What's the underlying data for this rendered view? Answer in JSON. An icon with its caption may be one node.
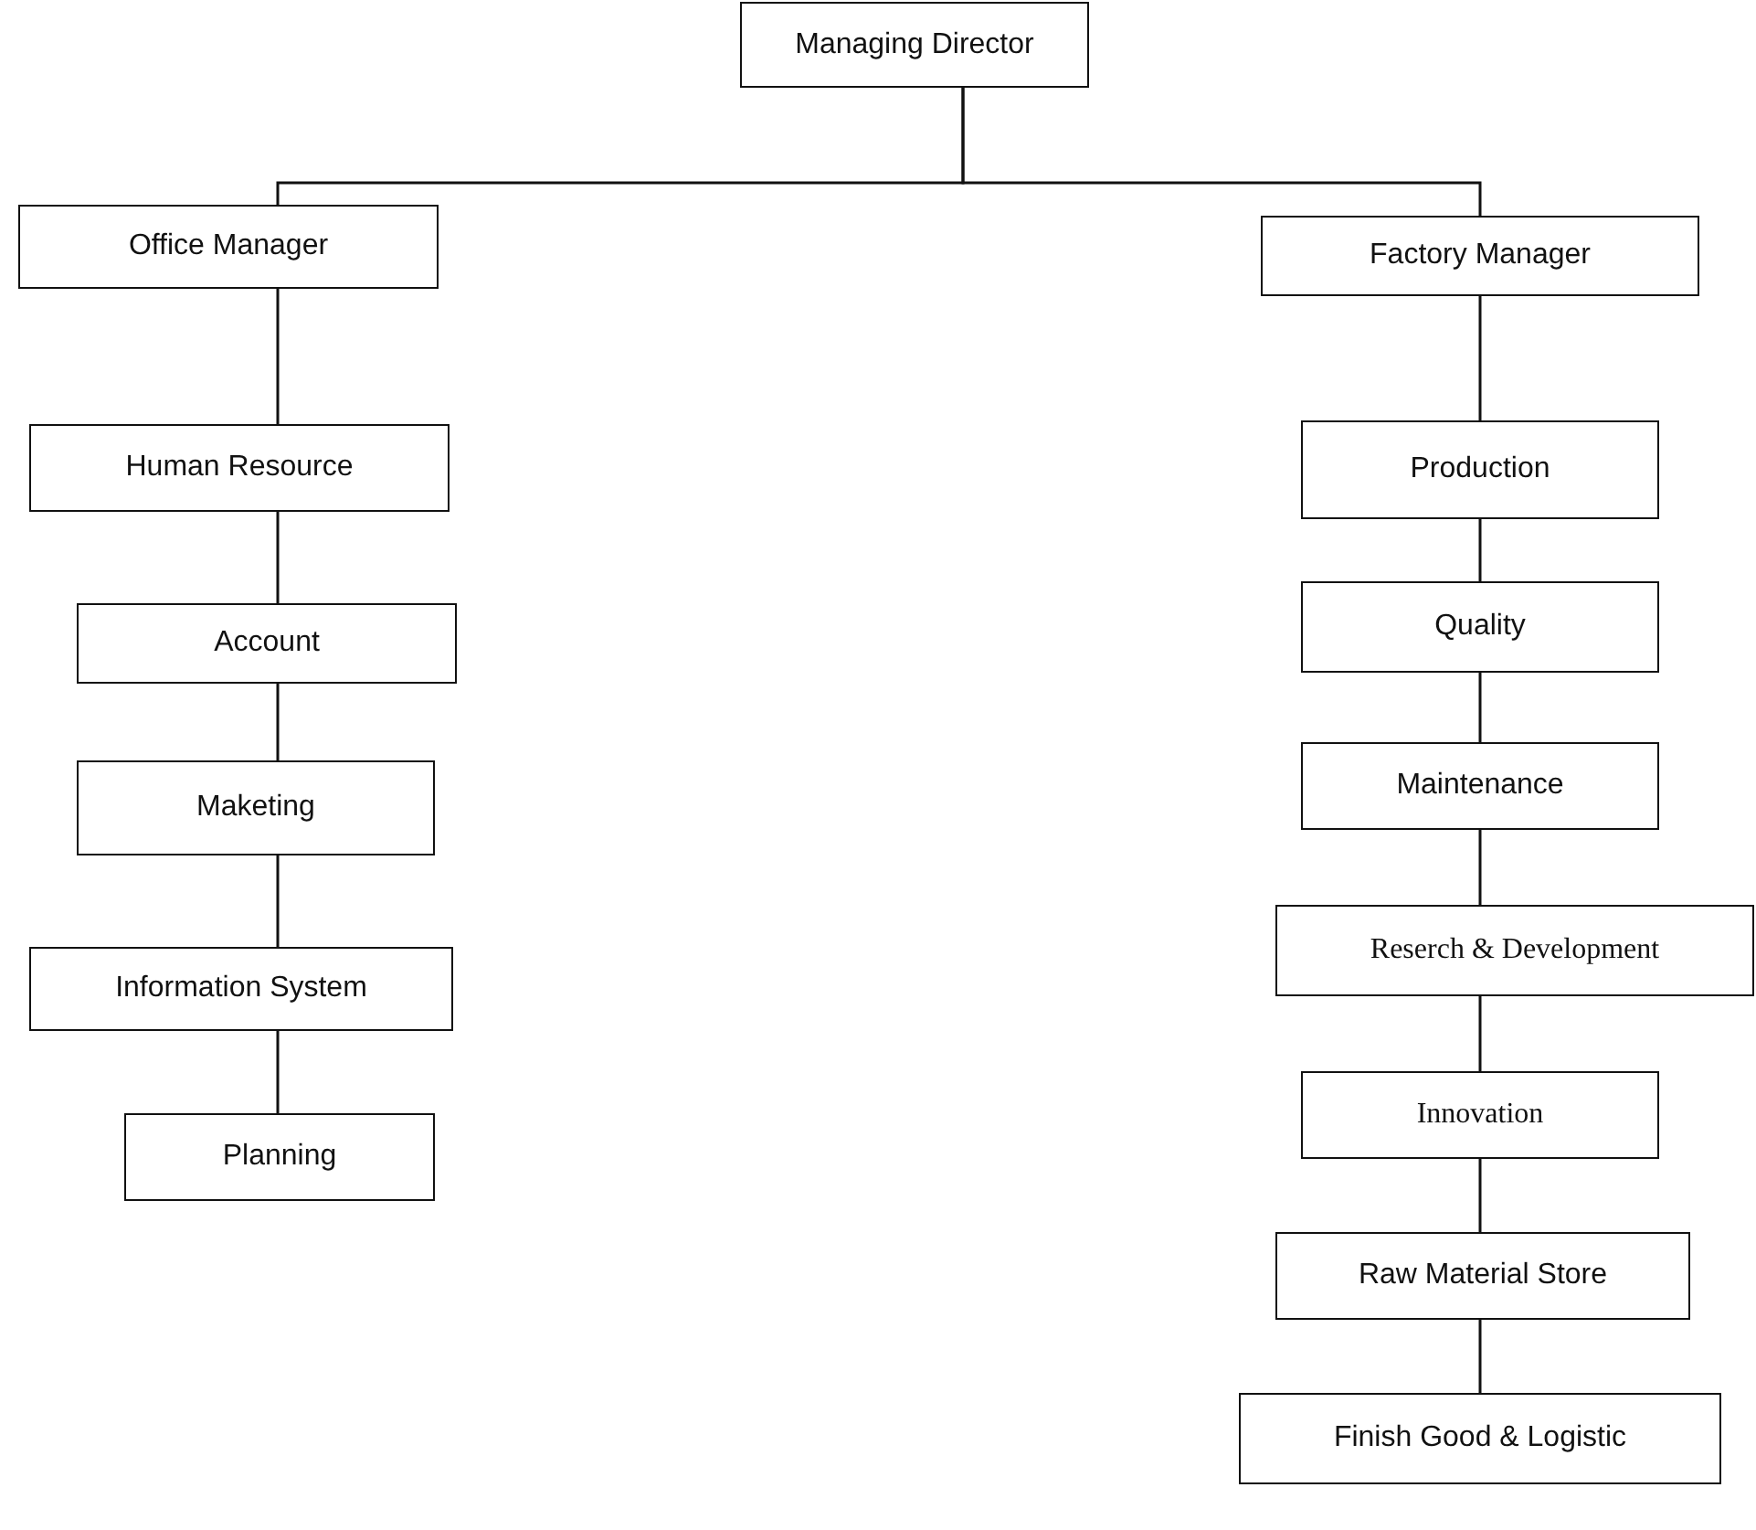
{
  "diagram": {
    "nodes": [
      {
        "text": [
          "Managing Director"
        ]
      },
      {
        "text": [
          "Office Manager"
        ]
      },
      {
        "text": [
          "Human Resource"
        ]
      },
      {
        "text": [
          "Account"
        ]
      },
      {
        "text": [
          "Maketing"
        ]
      },
      {
        "text": [
          "Information System"
        ]
      },
      {
        "text": [
          "Planning"
        ]
      },
      {
        "text": [
          "Factory Manager"
        ]
      },
      {
        "text": [
          "Production"
        ]
      },
      {
        "text": [
          "Quality"
        ]
      },
      {
        "text": [
          "Maintenance"
        ]
      },
      {
        "text": [
          "Reserch & Development"
        ]
      },
      {
        "text": [
          "Innovation"
        ]
      },
      {
        "text": [
          "Raw Material Store"
        ]
      },
      {
        "text": [
          "Finish Good & Logistic"
        ]
      }
    ],
    "edges": [
      {
        "from": 0,
        "to": 1,
        "arrow": "none"
      },
      {
        "from": 0,
        "to": 7,
        "arrow": "none"
      },
      {
        "from": 1,
        "to": 2,
        "arrow": "none"
      },
      {
        "from": 2,
        "to": 3,
        "arrow": "none"
      },
      {
        "from": 3,
        "to": 4,
        "arrow": "none"
      },
      {
        "from": 4,
        "to": 5,
        "arrow": "none"
      },
      {
        "from": 5,
        "to": 6,
        "arrow": "none"
      },
      {
        "from": 7,
        "to": 8,
        "arrow": "none"
      },
      {
        "from": 8,
        "to": 9,
        "arrow": "none"
      },
      {
        "from": 9,
        "to": 10,
        "arrow": "none"
      },
      {
        "from": 10,
        "to": 11,
        "arrow": "none"
      },
      {
        "from": 11,
        "to": 12,
        "arrow": "none"
      },
      {
        "from": 12,
        "to": 13,
        "arrow": "none"
      },
      {
        "from": 13,
        "to": 14,
        "arrow": "none"
      }
    ]
  }
}
